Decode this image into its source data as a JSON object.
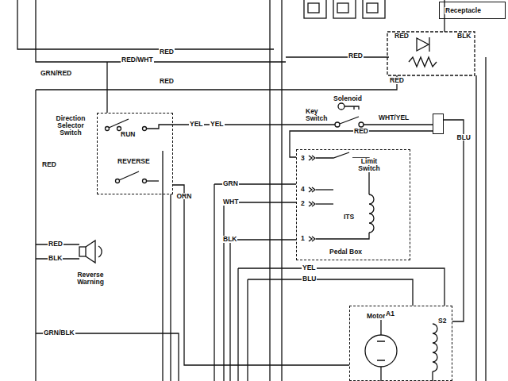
{
  "diagram": {
    "nodes": [
      {
        "text": [
          "Receptacle"
        ]
      },
      {
        "text": [
          "Direction Selector Switch",
          "RUN",
          "REVERSE"
        ]
      },
      {
        "text": [
          "Solenoid"
        ]
      },
      {
        "text": [
          "Limit Switch",
          "ITS",
          "Pedal Box"
        ]
      },
      {
        "text": [
          "Reverse Warning"
        ]
      },
      {
        "text": [
          "Motor",
          "A1",
          "S2"
        ]
      }
    ],
    "edges": [
      {
        "from": 2,
        "to": 3,
        "arrow": "none",
        "label": "RED"
      },
      {
        "from": 1,
        "to": 5,
        "arrow": "none",
        "label": "ORN"
      },
      {
        "from": 2,
        "to": 5,
        "arrow": "none",
        "label": "BLU"
      }
    ],
    "labels": [
      "RED/WHT",
      "RED",
      "RED",
      "RED",
      "BLK",
      "GRN/RED",
      "RED",
      "RED",
      "Key Switch",
      "YEL",
      "YEL",
      "WHT/YEL",
      "RED",
      "3",
      "4",
      "2",
      "1",
      "GRN",
      "WHT",
      "BLK",
      "RED",
      "BLK",
      "YEL",
      "BLU",
      "GRN/BLK"
    ]
  }
}
